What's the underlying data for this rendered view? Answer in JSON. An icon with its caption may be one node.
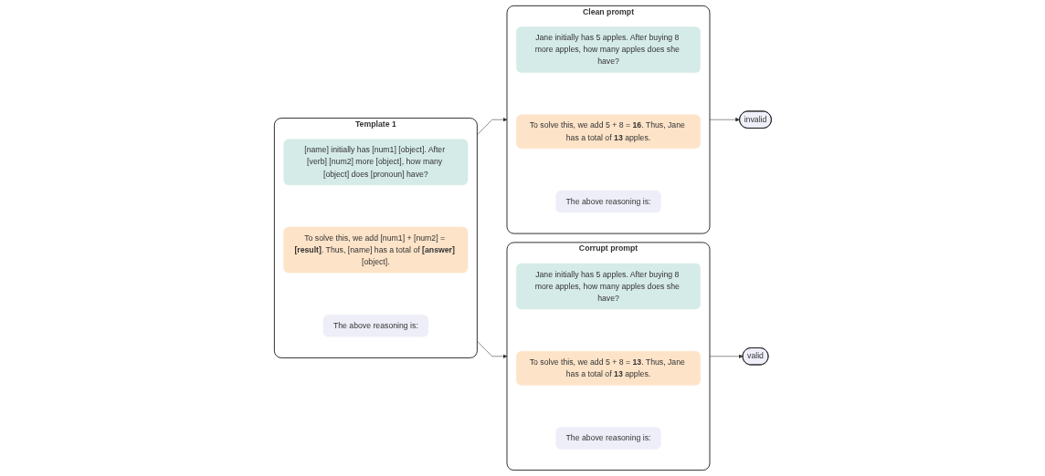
{
  "diagram": {
    "nodes": [
      {
        "text": [
          "Template 1"
        ]
      },
      {
        "text": [
          "[name] initially has [num1] [object]. After [verb] [num2] more [object], how many [object] does [pronoun] have?"
        ],
        "in": 0
      },
      {
        "text": [
          "To solve this, we add [num1] + [num2] = **[result]**. Thus, [name] has a total of **[answer]** [object]."
        ],
        "in": 0
      },
      {
        "text": [
          "The above reasoning is:"
        ],
        "in": 0
      },
      {
        "text": [
          "Clean prompt"
        ]
      },
      {
        "text": [
          "Jane initially has 5 apples. After buying 8 more apples, how many apples does she have?"
        ],
        "in": 4
      },
      {
        "text": [
          "To solve this, we add 5 + 8 = **16**. Thus, Jane has a total of **13** apples."
        ],
        "in": 4
      },
      {
        "text": [
          "The above reasoning is:"
        ],
        "in": 4
      },
      {
        "text": [
          "Corrupt prompt"
        ]
      },
      {
        "text": [
          "Jane initially has 5 apples. After buying 8 more apples, how many apples does she have?"
        ],
        "in": 8
      },
      {
        "text": [
          "To solve this, we add 5 + 8 = **13**. Thus, Jane has a total of **13** apples."
        ],
        "in": 8
      },
      {
        "text": [
          "The above reasoning is:"
        ],
        "in": 8
      },
      {
        "text": [
          "invalid"
        ]
      },
      {
        "text": [
          "valid"
        ]
      }
    ],
    "edges": [
      {
        "from": 0,
        "to": 4,
        "arrow": "to"
      },
      {
        "from": 0,
        "to": 8,
        "arrow": "to"
      },
      {
        "from": 4,
        "to": 12,
        "arrow": "to"
      },
      {
        "from": 8,
        "to": 13,
        "arrow": "to"
      }
    ]
  }
}
